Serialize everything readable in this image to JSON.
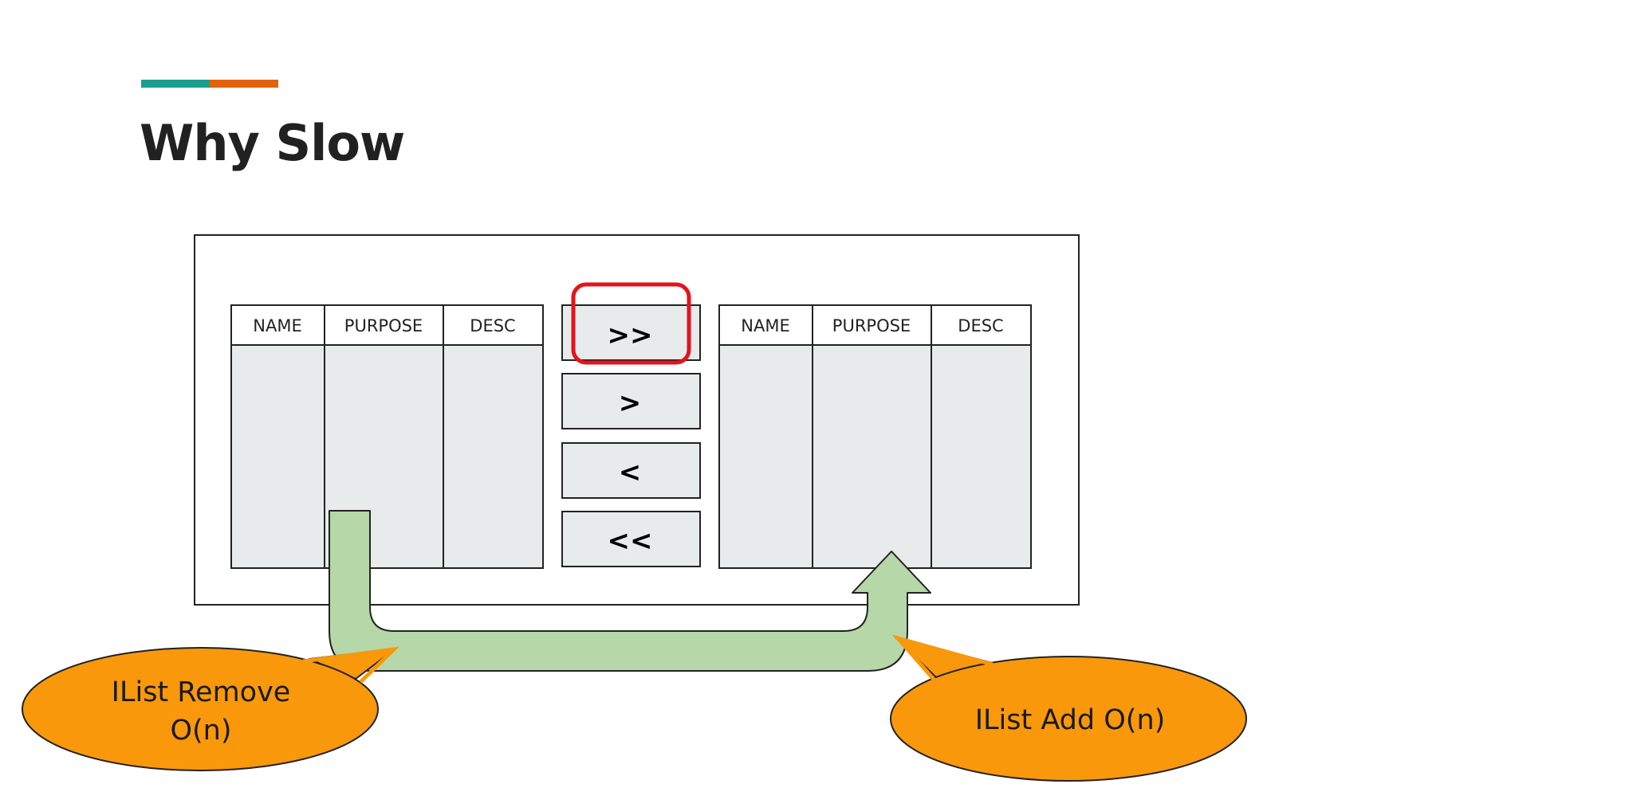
{
  "slide": {
    "title": "Why Slow",
    "accent_colors": [
      "#1a9e8f",
      "#e0620b"
    ]
  },
  "diagram": {
    "source_list": {
      "headers": [
        "NAME",
        "PURPOSE",
        "DESC"
      ]
    },
    "target_list": {
      "headers": [
        "NAME",
        "PURPOSE",
        "DESC"
      ]
    },
    "buttons": [
      {
        "label": ">>",
        "highlighted": true
      },
      {
        "label": ">",
        "highlighted": false
      },
      {
        "label": "<",
        "highlighted": false
      },
      {
        "label": "<<",
        "highlighted": false
      }
    ],
    "highlight_color": "#e3141b",
    "arrow_color": "#b6d7a8",
    "list_body_color": "#e7ebec",
    "callouts": {
      "remove": {
        "line1": "IList Remove",
        "line2": "O(n)"
      },
      "add": {
        "line1": "IList Add O(n)"
      },
      "fill_color": "#f8980a"
    }
  }
}
